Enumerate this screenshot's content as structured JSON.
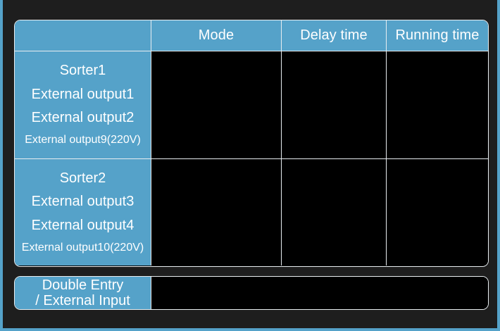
{
  "theme": {
    "page_frame_color": "#55a2c9",
    "screen_background": "#1e1e1e",
    "accent_blue": "#55a2c9",
    "border_color": "#e9eef1",
    "value_cell_color": "#000000",
    "text_color": "#ffffff"
  },
  "table": {
    "headers": {
      "corner": "",
      "mode": "Mode",
      "delay_time": "Delay time",
      "running_time": "Running time"
    },
    "groups": [
      {
        "name": "sorter1",
        "labels": [
          "Sorter1",
          "External output1",
          "External output2",
          "External output9(220V)"
        ],
        "mode": "",
        "delay_time": "",
        "running_time": ""
      },
      {
        "name": "sorter2",
        "labels": [
          "Sorter2",
          "External output3",
          "External output4",
          "External output10(220V)"
        ],
        "mode": "",
        "delay_time": "",
        "running_time": ""
      }
    ]
  },
  "bottom_row": {
    "label_line1": "Double Entry",
    "label_line2": "/ External Input",
    "value": ""
  }
}
